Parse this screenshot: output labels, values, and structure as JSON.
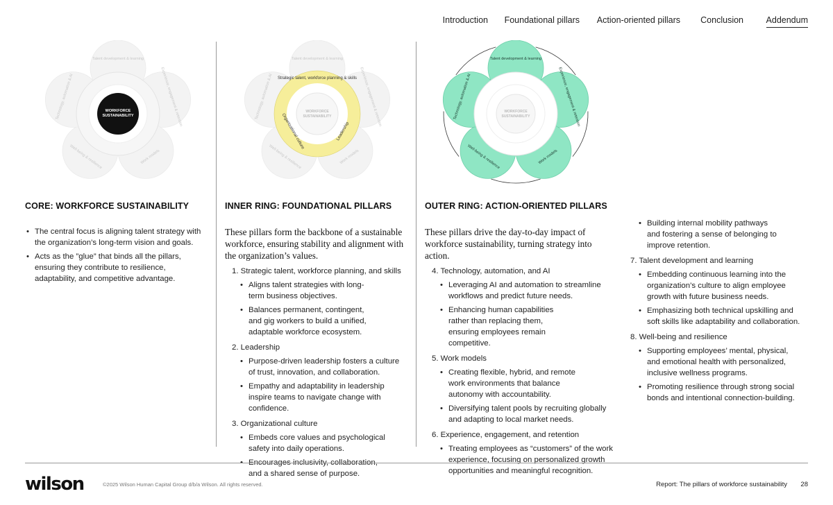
{
  "nav": {
    "items": [
      "Introduction",
      "Foundational pillars",
      "Action-oriented pillars",
      "Conclusion",
      "Addendum"
    ],
    "active": "Addendum"
  },
  "diagram": {
    "center_line1": "WORKFORCE",
    "center_line2": "SUSTAINABILITY",
    "inner": [
      "Strategic talent, workforce planning & skills",
      "Leadership",
      "Organizational culture"
    ],
    "outer": [
      "Talent development & learning",
      "Experience, engagement & retention",
      "Work models",
      "Well-being & resilience",
      "Technology, automation & AI"
    ],
    "colors": {
      "core": "#111111",
      "inner": "#f6ee9a",
      "outer": "#8fe6c4",
      "faded": "#f3f3f3"
    }
  },
  "core": {
    "heading": "CORE: WORKFORCE SUSTAINABILITY",
    "bullets": [
      "The central focus is aligning talent strategy with the organization’s long-term vision and goals.",
      "Acts as the ”glue” that binds all the pillars, ensuring they contribute to resilience, adaptability, and competitive advantage."
    ]
  },
  "inner": {
    "heading": "INNER RING: FOUNDATIONAL PILLARS",
    "lead": "These pillars form the backbone of a sustainable workforce, ensuring stability and alignment with the organization’s values.",
    "items": [
      {
        "title": "1. Strategic talent, workforce planning, and skills",
        "bullets": [
          "Aligns talent strategies with long-term business objectives.",
          "Balances permanent, contingent, and gig workers to build a unified, adaptable workforce ecosystem."
        ]
      },
      {
        "title": "2. Leadership",
        "bullets": [
          "Purpose-driven leadership fosters a culture of trust, innovation, and collaboration.",
          "Empathy and adaptability in leadership inspire teams to navigate change with confidence."
        ]
      },
      {
        "title": "3. Organizational culture",
        "bullets": [
          "Embeds core values and psychological safety into daily operations.",
          "Encourages inclusivity, collaboration, and a shared sense of purpose."
        ]
      }
    ]
  },
  "outer": {
    "heading": "OUTER RING: ACTION-ORIENTED PILLARS",
    "lead": "These pillars drive the day-to-day impact of workforce sustainability, turning strategy into action.",
    "items": [
      {
        "title": "4. Technology, automation, and AI",
        "bullets": [
          "Leveraging AI and automation to streamline workflows and predict future needs.",
          "Enhancing human capabilities rather than replacing them, ensuring employees remain competitive."
        ]
      },
      {
        "title": "5. Work models",
        "bullets": [
          "Creating flexible, hybrid, and remote work environments that balance autonomy with accountability.",
          "Diversifying talent pools by recruiting globally and adapting to local market needs."
        ]
      },
      {
        "title": "6. Experience, engagement, and retention",
        "bullets": [
          "Treating employees as “customers” of the work experience, focusing on personalized growth opportunities and meaningful recognition."
        ]
      }
    ]
  },
  "cont": {
    "lead_bullets": [
      "Building internal mobility pathways and fostering a sense of belonging to improve retention."
    ],
    "items": [
      {
        "title": "7. Talent development and learning",
        "bullets": [
          "Embedding continuous learning into the organization’s culture to align employee growth with future business needs.",
          "Emphasizing both technical upskilling and soft skills like adaptability and collaboration."
        ]
      },
      {
        "title": "8. Well-being and resilience",
        "bullets": [
          "Supporting employees’ mental, physical, and emotional health with personalized, inclusive wellness programs.",
          "Promoting resilience through strong social bonds and intentional connection-building."
        ]
      }
    ]
  },
  "footer": {
    "logo": "wilson",
    "copyright": "©2025 Wilson Human Capital Group d/b/a Wilson. All rights reserved.",
    "report": "Report: The pillars of workforce sustainability",
    "page": "28"
  }
}
